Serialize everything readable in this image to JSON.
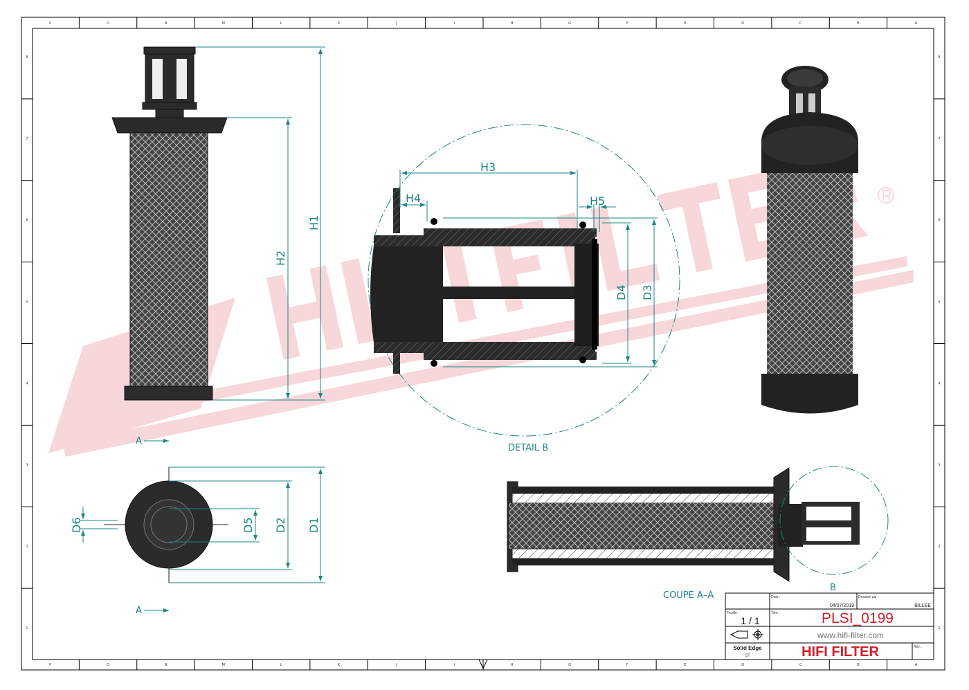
{
  "sheet": {
    "column_labels": [
      "P",
      "O",
      "N",
      "M",
      "L",
      "K",
      "J",
      "I",
      "H",
      "G",
      "F",
      "E",
      "D",
      "C",
      "B",
      "A"
    ],
    "row_labels": [
      "8",
      "7",
      "6",
      "5",
      "4",
      "3",
      "2",
      "1"
    ]
  },
  "watermark": {
    "text": "HIFI FILTER",
    "registered": "®",
    "color": "#f2b8bd"
  },
  "dimensions": {
    "h1": "H1",
    "h2": "H2",
    "h3": "H3",
    "h4": "H4",
    "h5": "H5",
    "d1": "D1",
    "d2": "D2",
    "d3": "D3",
    "d4": "D4",
    "d5": "D5",
    "d6": "D6"
  },
  "views": {
    "detail_label": "DETAIL B",
    "section_label": "COUPE A–A",
    "section_marker": "A",
    "detail_marker": "B"
  },
  "title_block": {
    "date_label": "Date :",
    "date": "04/07/2019",
    "drawn_by_label": "Dessiné par :",
    "drawn_by": "BILLEE",
    "sheet_label": "Feuille :",
    "sheet": "1 / 1",
    "title_label": "Titre :",
    "title": "PLSI_0199",
    "website": "www.hifi-filter.com",
    "software": "Solid Edge",
    "software_sub": "ST",
    "company": "HIFI FILTER",
    "rev_label": "Rév. :"
  },
  "colors": {
    "dimension": "#1a8585",
    "brand_red": "#d01f2a",
    "part": "#2b2b2b"
  }
}
